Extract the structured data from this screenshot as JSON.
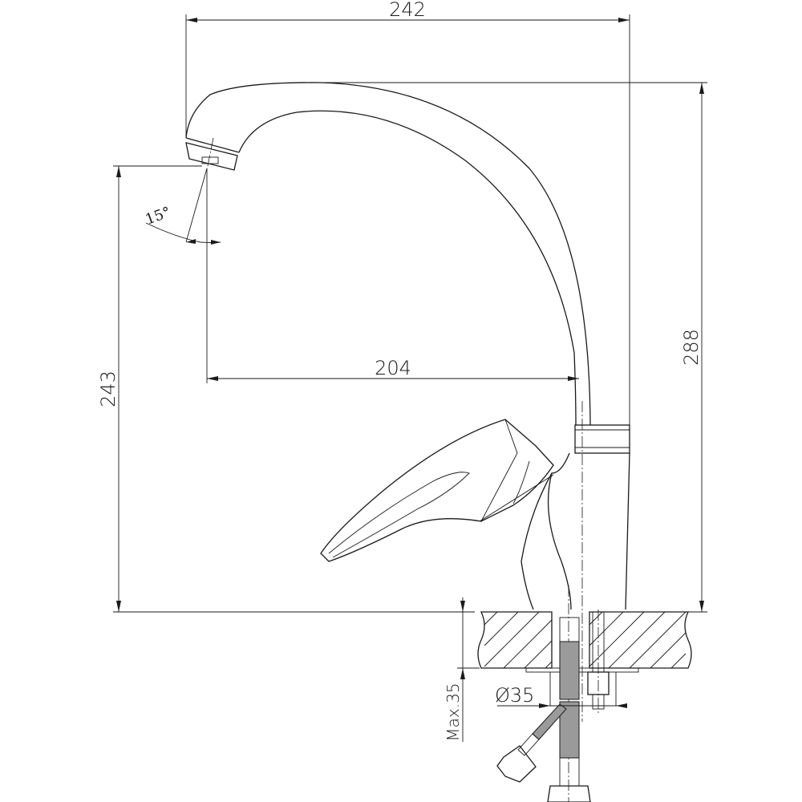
{
  "title": "Kitchen faucet dimension drawing",
  "dimensions": {
    "width_total": "242",
    "height_total": "288",
    "spout_height": "243",
    "spout_reach": "204",
    "spray_angle": "15°",
    "hole_diameter": "Ø35",
    "max_counter_thickness": "Max.35"
  },
  "colors": {
    "line": "#1a1a1a",
    "background": "#ffffff",
    "mesh": "#9a9a9a"
  }
}
